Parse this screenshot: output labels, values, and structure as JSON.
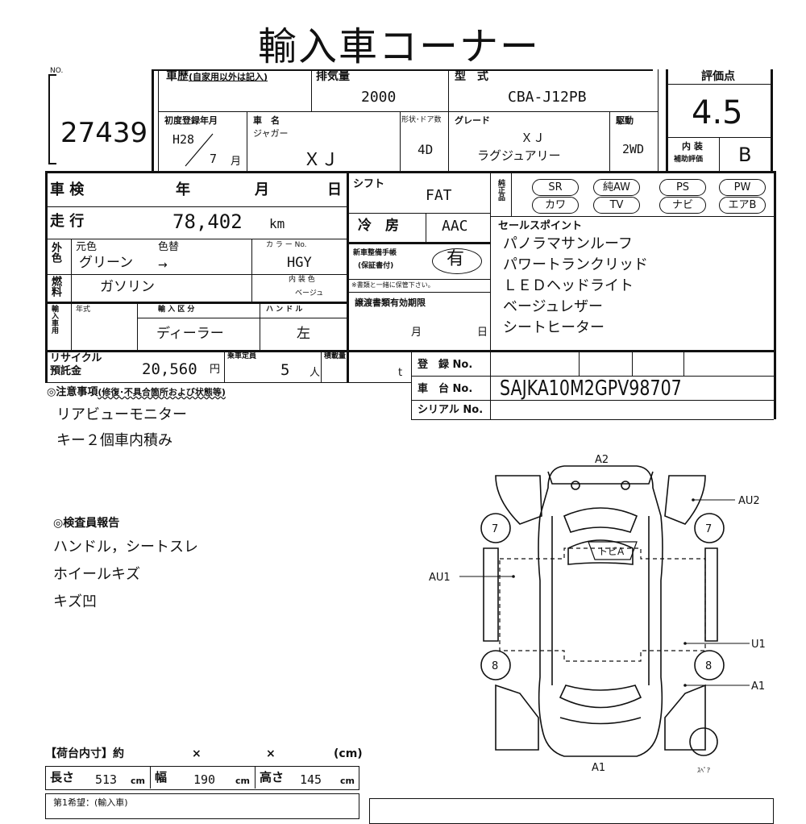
{
  "title": "輸入車コーナー",
  "no_label": "NO.",
  "lot_number": "27439",
  "history": {
    "label": "車歴",
    "note": "(自家用以外は記入)"
  },
  "displacement": {
    "label": "排気量",
    "value": "2000"
  },
  "model_code": {
    "label": "型　式",
    "value": "CBA-J12PB"
  },
  "score": {
    "label": "評価点",
    "value": "4.5"
  },
  "first_reg": {
    "label": "初度登録年月",
    "era_year": "H28",
    "month": "7",
    "month_unit": "月"
  },
  "car_name": {
    "label": "車　名",
    "maker": "ジャガー",
    "model": "ＸＪ"
  },
  "body": {
    "label": "形状･ドア数",
    "value": "4D"
  },
  "grade": {
    "label": "グレード",
    "line1": "ＸＪ",
    "line2": "ラグジュアリー"
  },
  "drive": {
    "label": "駆動",
    "value": "2WD"
  },
  "interior_score": {
    "label1": "内 装",
    "label2": "補助評価",
    "value": "B"
  },
  "shaken": {
    "label": "車 検",
    "year": "年",
    "month": "月",
    "day": "日"
  },
  "shift": {
    "label": "シフト",
    "value": "FAT"
  },
  "equip_label": "純正品",
  "equipment": [
    "SR",
    "純AW",
    "PS",
    "PW",
    "カワ",
    "TV",
    "ナビ",
    "エアB"
  ],
  "mileage": {
    "label": "走 行",
    "value": "78,402",
    "unit": "km"
  },
  "ac": {
    "label": "冷　房",
    "value": "AAC"
  },
  "color": {
    "label": "外色",
    "orig_label": "元色",
    "change_label": "色替",
    "value": "グリーン",
    "arrow": "→",
    "code_label": "カ ラ ー No.",
    "code": "HGY"
  },
  "service_book": {
    "label1": "新車整備手帳",
    "label2": "(保証書付)",
    "value": "有",
    "note": "※書類と一緒に保管下さい。"
  },
  "sales_points": {
    "label": "セールスポイント",
    "items": [
      "パノラマサンルーフ",
      "パワートランクリッド",
      "ＬＥＤヘッドライト",
      "ベージュレザー",
      "シートヒーター"
    ]
  },
  "fuel": {
    "label": "燃料",
    "value": "ガソリン",
    "int_label": "内 装 色",
    "int_value": "ベージュ"
  },
  "import": {
    "label": "輸入車用",
    "year_label": "年式",
    "cat_label": "輸 入 区 分",
    "cat_value": "ディーラー",
    "handle_label": "ハ ン ド ル",
    "handle_value": "左"
  },
  "transfer": {
    "label": "譲渡書類有効期限",
    "month": "月",
    "day": "日"
  },
  "recycle": {
    "label1": "リサイクル",
    "label2": "預託金",
    "value": "20,560",
    "unit": "円"
  },
  "capacity": {
    "label": "乗車定員",
    "value": "5",
    "unit": "人"
  },
  "load": {
    "label": "積載量",
    "unit": "t"
  },
  "reg_no": {
    "label": "登　録 No."
  },
  "chassis": {
    "label": "車　台 No.",
    "value": "SAJKA10M2GPV98707"
  },
  "serial": {
    "label": "シリアル No."
  },
  "notes": {
    "label": "◎注意事項",
    "sub": "(修復･不具合箇所および状態等)",
    "items": [
      "リアビューモニター",
      "キー２個車内積み"
    ]
  },
  "inspector": {
    "label": "◎検査員報告",
    "items": [
      "ハンドル，シートスレ",
      "ホイールキズ",
      "キズ凹"
    ]
  },
  "diagram": {
    "top_label": "A2",
    "bottom_label": "A1",
    "au2": "AU2",
    "au1": "AU1",
    "u1": "U1",
    "a1_side": "A1",
    "tire_front": "7",
    "tire_rear": "8",
    "roof_note": "トビA",
    "spare": "ｽﾍﾟｱ"
  },
  "cargo": {
    "label": "【荷台内寸】約",
    "x1": "×",
    "x2": "×",
    "unit": "(cm)"
  },
  "dims": {
    "length_label": "長さ",
    "length": "513",
    "width_label": "幅",
    "width": "190",
    "height_label": "高さ",
    "height": "145",
    "unit": "cm"
  },
  "bottom": {
    "wish": "第1希望：(輸入車)"
  }
}
